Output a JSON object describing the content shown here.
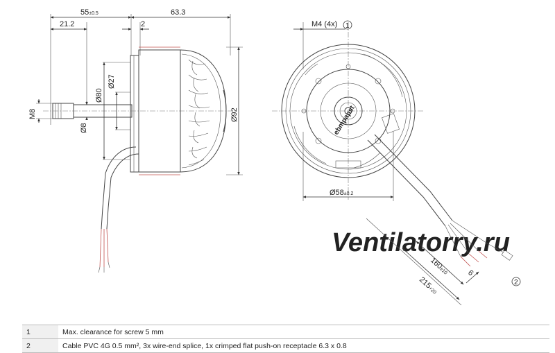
{
  "side_view": {
    "dim_overall_base": "55",
    "dim_overall_tol": "±0.5",
    "dim_body": "63.3",
    "dim_shaft_len": "21.2",
    "dim_flange": "2",
    "dim_m8": "M8",
    "dim_phi8": "Ø8",
    "dim_phi80": "Ø80",
    "dim_phi27": "Ø27",
    "dim_phi92": "Ø92"
  },
  "front_view": {
    "dim_m4": "M4 (4x)",
    "marker_1": "1",
    "dim_phi58_base": "Ø58",
    "dim_phi58_tol": "±0.2",
    "dim_160_base": "160",
    "dim_160_tol": "±10",
    "dim_215_base": "215",
    "dim_215_tol": "+20",
    "dim_6": "6",
    "marker_2": "2",
    "logo_text": "ebmpapst"
  },
  "watermark": "Ventilatorry.ru",
  "notes": [
    {
      "num": "1",
      "text": "Max. clearance for screw 5 mm"
    },
    {
      "num": "2",
      "text": "Cable PVC 4G 0.5 mm², 3x wire-end splice, 1x crimped flat push-on receptacle 6.3 x 0.8"
    }
  ]
}
